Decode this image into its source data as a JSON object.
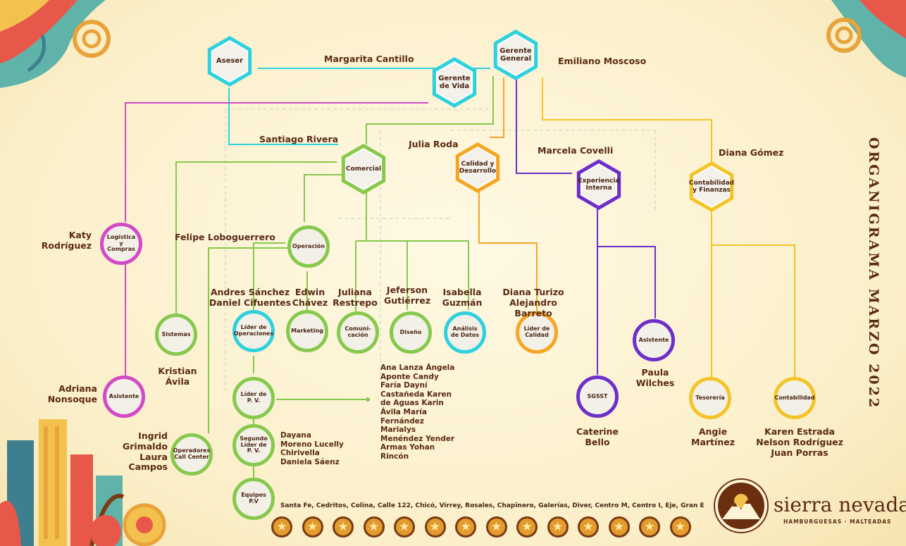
{
  "title": "ORGANIGRAMA MARZO 2022",
  "roles": {
    "aseser": "Aseser",
    "gerente_vida": "Gerente de Vida",
    "gerente_general": "Gerente General",
    "comercial": "Comercial",
    "calidad": "Calidad y Desarrollo",
    "experiencia": "Experiencia Interna",
    "contabilidad_finanzas": "Contabilidad y Finanzas",
    "logistica": "Logística y Compras",
    "operacion": "Operación",
    "sistemas": "Sistemas",
    "lider_operaciones": "Líder de Operaciones",
    "marketing": "Marketing",
    "comunicacion": "Comuni-cación",
    "diseno": "Diseño",
    "analisis": "Análisis de Datos",
    "lider_calidad": "Líder de Calidad",
    "asistente_exp": "Asistente",
    "asistente_log": "Asistente",
    "lider_pv": "Líder de P. V.",
    "segundo_lider": "Segundo Líder de P. V.",
    "equipos": "Equipos P.V",
    "call_center": "Operadores Call Center",
    "sgsst": "SGSST",
    "tesoreria": "Tesorería",
    "contabilidad": "Contabilidad"
  },
  "people": {
    "aseser": "Margarita Cantillo",
    "gerente_general": "Emiliano Moscoso",
    "comercial": "Santiago Rivera",
    "calidad": "Julia Roda",
    "experiencia": "Marcela Covelli",
    "contabilidad_finanzas": "Diana Gómez",
    "logistica": "Katy Rodríguez",
    "operacion": "Felipe Loboguerrero",
    "lider_operaciones": "Andres Sánchez Daniel Cifuentes",
    "marketing": "Edwin Chávez",
    "comunicacion": "Juliana Restrepo",
    "diseno": "Jeferson Gutiérrez",
    "analisis": "Isabella Guzmán",
    "lider_calidad": "Diana Turizo Alejandro Barreto",
    "sistemas": "Kristian Ávila",
    "asistente_log": "Adriana Nonsoque",
    "call_center": "Ingrid Grimaldo Laura Campos",
    "segundo_lider": "Dayana Moreno Lucelly Chirivella Daniela Sáenz",
    "lider_pv": "Ana Lanza Ángela Aponte Candy Faría Dayní Castañeda Karen de Aguas Karin Ávila María Fernández Marialys Menéndez Yender Armas Yohan Rincón",
    "sgsst": "Caterine Bello",
    "asistente_exp": "Paula Wilches",
    "tesoreria": "Angie Martínez",
    "contabilidad": "Karen Estrada Nelson Rodríguez Juan Porras"
  },
  "stores": "Santa Fe, Cedritos, Colina, Calle 122, Chicó, Virrey, Rosales, Chapinero, Galerías, Diver, Centro M, Centro I, Eje, Gran E",
  "star_count": 14,
  "brand": {
    "name": "sierra nevada",
    "tagline": "HAMBURGUESAS · MALTEADAS"
  },
  "colors": {
    "cyan": "#2fd1de",
    "green": "#86c94d",
    "orange": "#f6a623",
    "pink": "#d14ac6",
    "purple": "#6d2fc9",
    "yellow": "#f3c427",
    "brown": "#5a2a12",
    "background": "#fdf3d3"
  }
}
